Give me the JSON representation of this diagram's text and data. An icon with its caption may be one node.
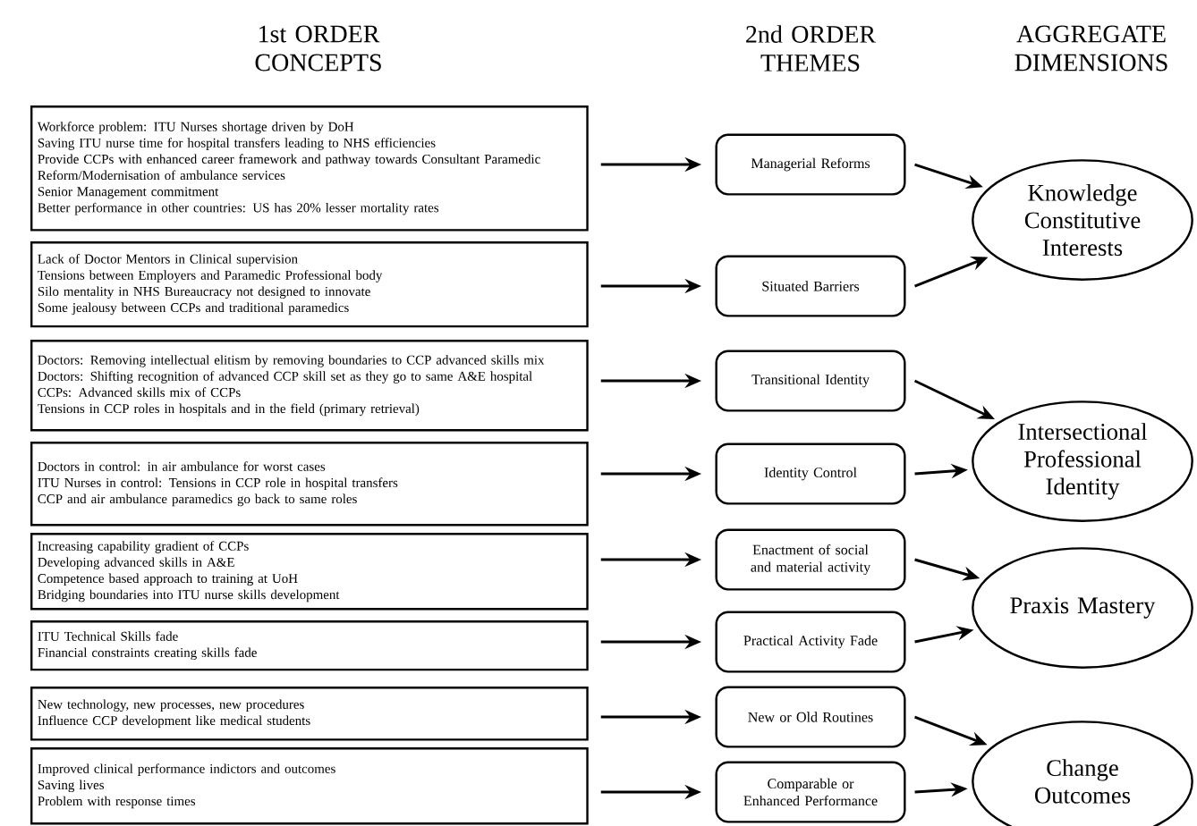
{
  "diagram": {
    "nodes": [
      {
        "text": [
          "Workforce problem: ITU Nurses shortage driven by DoH",
          "Saving ITU nurse time for hospital transfers leading to NHS efficiencies",
          "Provide CCPs with enhanced career framework and pathway towards Consultant Paramedic",
          "Reform/Modernisation of ambulance services",
          "Senior Management commitment",
          "Better performance in other countries: US has 20% lesser mortality rates"
        ]
      },
      {
        "text": [
          "Lack of Doctor Mentors in Clinical supervision",
          "Tensions between Employers and Paramedic Professional body",
          "Silo mentality in NHS Bureaucracy not designed to innovate",
          "Some jealousy between CCPs and traditional paramedics"
        ]
      },
      {
        "text": [
          "Doctors: Removing intellectual elitism by removing boundaries to CCP advanced skills mix",
          "Doctors: Shifting recognition of advanced CCP skill set as they go to same A&E hospital",
          "CCPs: Advanced skills mix of CCPs",
          "Tensions in CCP roles in hospitals and in the field (primary retrieval)"
        ]
      },
      {
        "text": [
          "Doctors in control: in air ambulance for worst cases",
          "ITU Nurses in control: Tensions in CCP role in hospital transfers",
          "CCP and air ambulance paramedics go back to same roles"
        ]
      },
      {
        "text": [
          "Increasing capability gradient of CCPs",
          "Developing advanced skills in A&E",
          "Competence based approach to training at UoH",
          "Bridging boundaries into ITU nurse skills development"
        ]
      },
      {
        "text": [
          "ITU Technical Skills fade",
          "Financial constraints creating skills fade"
        ]
      },
      {
        "text": [
          "New technology, new processes, new procedures",
          "Influence CCP development like medical students"
        ]
      },
      {
        "text": [
          "Improved clinical performance indictors and outcomes",
          "Saving lives",
          "Problem with response times"
        ]
      },
      {
        "text": [
          "Managerial Reforms"
        ]
      },
      {
        "text": [
          "Situated Barriers"
        ]
      },
      {
        "text": [
          "Transitional Identity"
        ]
      },
      {
        "text": [
          "Identity Control"
        ]
      },
      {
        "text": [
          "Enactment of social and material activity"
        ]
      },
      {
        "text": [
          "Practical Activity Fade"
        ]
      },
      {
        "text": [
          "New or Old Routines"
        ]
      },
      {
        "text": [
          "Comparable or Enhanced Performance"
        ]
      },
      {
        "text": [
          "Knowledge Constitutive Interests"
        ]
      },
      {
        "text": [
          "Intersectional Professional Identity"
        ]
      },
      {
        "text": [
          "Praxis Mastery"
        ]
      },
      {
        "text": [
          "Change Outcomes"
        ]
      }
    ],
    "edges": [
      {
        "from": 0,
        "to": 8,
        "arrow": "to"
      },
      {
        "from": 1,
        "to": 9,
        "arrow": "to"
      },
      {
        "from": 2,
        "to": 10,
        "arrow": "to"
      },
      {
        "from": 3,
        "to": 11,
        "arrow": "to"
      },
      {
        "from": 4,
        "to": 12,
        "arrow": "to"
      },
      {
        "from": 5,
        "to": 13,
        "arrow": "to"
      },
      {
        "from": 6,
        "to": 14,
        "arrow": "to"
      },
      {
        "from": 7,
        "to": 15,
        "arrow": "to"
      },
      {
        "from": 8,
        "to": 16,
        "arrow": "to"
      },
      {
        "from": 9,
        "to": 16,
        "arrow": "to"
      },
      {
        "from": 10,
        "to": 17,
        "arrow": "to"
      },
      {
        "from": 11,
        "to": 17,
        "arrow": "to"
      },
      {
        "from": 12,
        "to": 18,
        "arrow": "to"
      },
      {
        "from": 13,
        "to": 18,
        "arrow": "to"
      },
      {
        "from": 14,
        "to": 19,
        "arrow": "to"
      },
      {
        "from": 15,
        "to": 19,
        "arrow": "to"
      }
    ],
    "labels": [
      "1st ORDER CONCEPTS",
      "2nd ORDER THEMES",
      "AGGREGATE DIMENSIONS"
    ]
  }
}
